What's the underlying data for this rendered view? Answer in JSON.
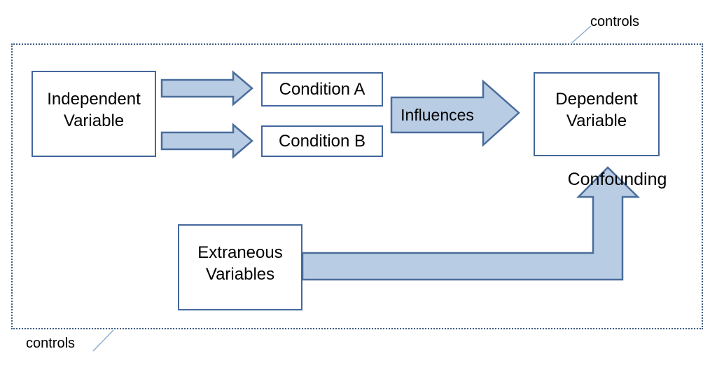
{
  "boxes": {
    "independent": {
      "line1": "Independent",
      "line2": "Variable"
    },
    "condition_a": {
      "label": "Condition A"
    },
    "condition_b": {
      "label": "Condition B"
    },
    "dependent": {
      "line1": "Dependent",
      "line2": "Variable"
    },
    "extraneous": {
      "line1": "Extraneous",
      "line2": "Variables"
    }
  },
  "labels": {
    "influences": "Influences",
    "confounding": "Confounding",
    "controls_top": "controls",
    "controls_bottom": "controls"
  },
  "colors": {
    "arrow_fill": "#b8cce4",
    "arrow_stroke": "#4a6d9b",
    "box_border": "#44679c",
    "dotted_border": "#3e5c82",
    "leader_line": "#8faecd",
    "text_color": "#000000",
    "background": "#ffffff"
  }
}
